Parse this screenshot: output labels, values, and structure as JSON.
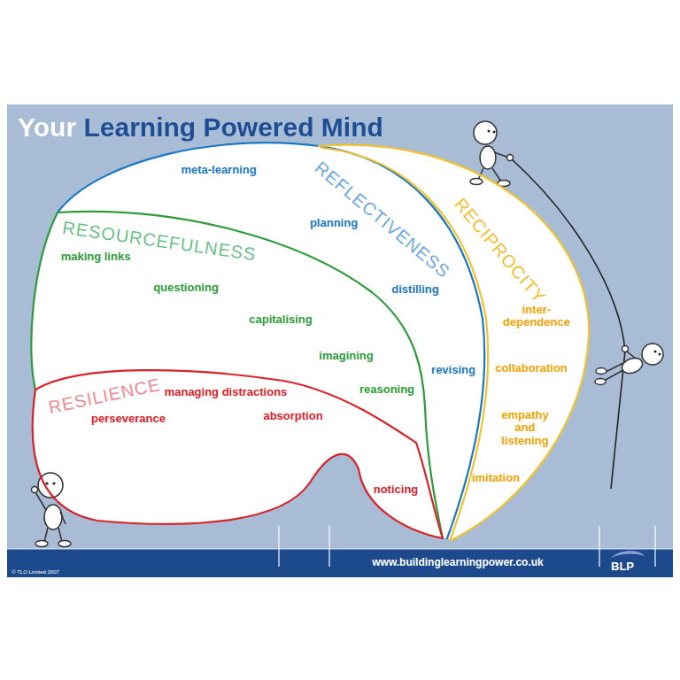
{
  "diagram": {
    "title": "Your Learning Powered Mind",
    "nodes": [
      {
        "text": [
          "REFLECTIVENESS",
          "meta-learning",
          "planning",
          "distilling",
          "revising"
        ]
      },
      {
        "text": [
          "RESOURCEFULNESS",
          "making links",
          "questioning",
          "capitalising",
          "imagining",
          "reasoning"
        ],
        "in": 0
      },
      {
        "text": [
          "RESILIENCE",
          "managing distractions",
          "perseverance",
          "absorption",
          "noticing"
        ],
        "in": 1
      },
      {
        "text": [
          "RECIPROCITY",
          "inter- dependence",
          "collaboration",
          "empathy and listening",
          "imitation"
        ]
      }
    ],
    "labels": [
      "www.buildinglearningpower.co.uk",
      "BLP",
      "© TLO Limited 2007"
    ]
  }
}
